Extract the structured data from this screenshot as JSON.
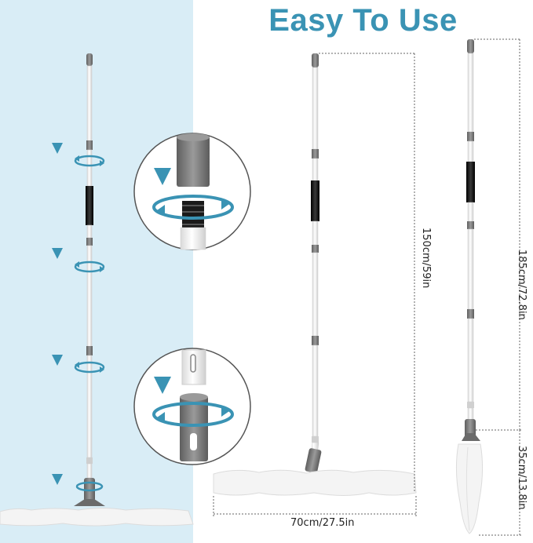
{
  "title": "Easy To Use",
  "dimensions": {
    "width_label": "70cm/27.5in",
    "height_short_label": "150cm/59in",
    "height_long_label": "185cm/72.8in",
    "head_label": "35cm/13.8in"
  },
  "colors": {
    "accent": "#3a93b4",
    "left_background": "#d9edf6",
    "handle_gray": "#7a7a7a",
    "grip_black": "#111111",
    "mop_white": "#f4f4f4"
  },
  "icons": {
    "arrow": "down-triangle-icon",
    "rotate": "rotation-arrows-icon"
  }
}
